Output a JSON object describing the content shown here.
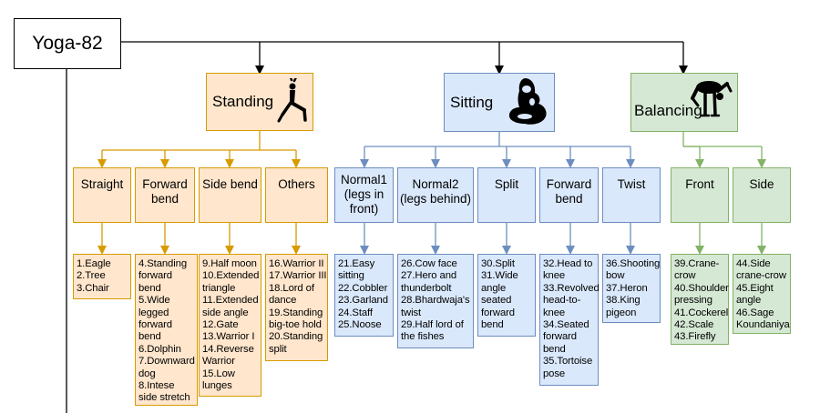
{
  "root": {
    "label": "Yoga-82"
  },
  "categories": [
    {
      "label": "Standing"
    },
    {
      "label": "Sitting"
    },
    {
      "label": "Balancing"
    }
  ],
  "subcategories": [
    {
      "label": "Straight",
      "items": "1.Eagle\n2.Tree\n3.Chair"
    },
    {
      "label": "Forward\nbend",
      "items": "4.Standing\nforward\nbend\n5.Wide\nlegged\nforward\nbend\n6.Dolphin\n7.Downward\ndog\n8.Intese\nside stretch"
    },
    {
      "label": "Side bend",
      "items": "9.Half moon\n10.Extended\ntriangle\n11.Extended\nside angle\n12.Gate\n13.Warrior I\n14.Reverse\nWarrior\n15.Low\nlunges"
    },
    {
      "label": "Others",
      "items": "16.Warrior II\n17.Warrior III\n18.Lord of\ndance\n19.Standing\nbig-toe hold\n20.Standing\nsplit"
    },
    {
      "label": "Normal1\n(legs in\nfront)",
      "items": "21.Easy\nsitting\n22.Cobbler\n23.Garland\n24.Staff\n25.Noose"
    },
    {
      "label": "Normal2\n(legs behind)",
      "items": "26.Cow face\n27.Hero and\nthunderbolt\n28.Bhardwaja's\ntwist\n29.Half lord of\nthe fishes"
    },
    {
      "label": "Split",
      "items": "30.Split\n31.Wide\nangle\nseated\nforward\nbend"
    },
    {
      "label": "Forward\nbend",
      "items": "32.Head to\nknee\n33.Revolved\nhead-to-\nknee\n34.Seated\nforward\nbend\n35.Tortoise\npose"
    },
    {
      "label": "Twist",
      "items": "36.Shooting\nbow\n37.Heron\n38.King\npigeon"
    },
    {
      "label": "Front",
      "items": "39.Crane-\ncrow\n40.Shoulder\npressing\n41.Cockerel\n42.Scale\n43.Firefly"
    },
    {
      "label": "Side",
      "items": "44.Side\ncrane-crow\n45.Eight\nangle\n46.Sage\nKoundaniya"
    }
  ],
  "colors": {
    "orange_fill": "#ffe6cc",
    "orange_line": "#d79b00",
    "blue_fill": "#dae8fc",
    "blue_line": "#6c8ebf",
    "green_fill": "#d5e8d4",
    "green_line": "#82b366"
  }
}
